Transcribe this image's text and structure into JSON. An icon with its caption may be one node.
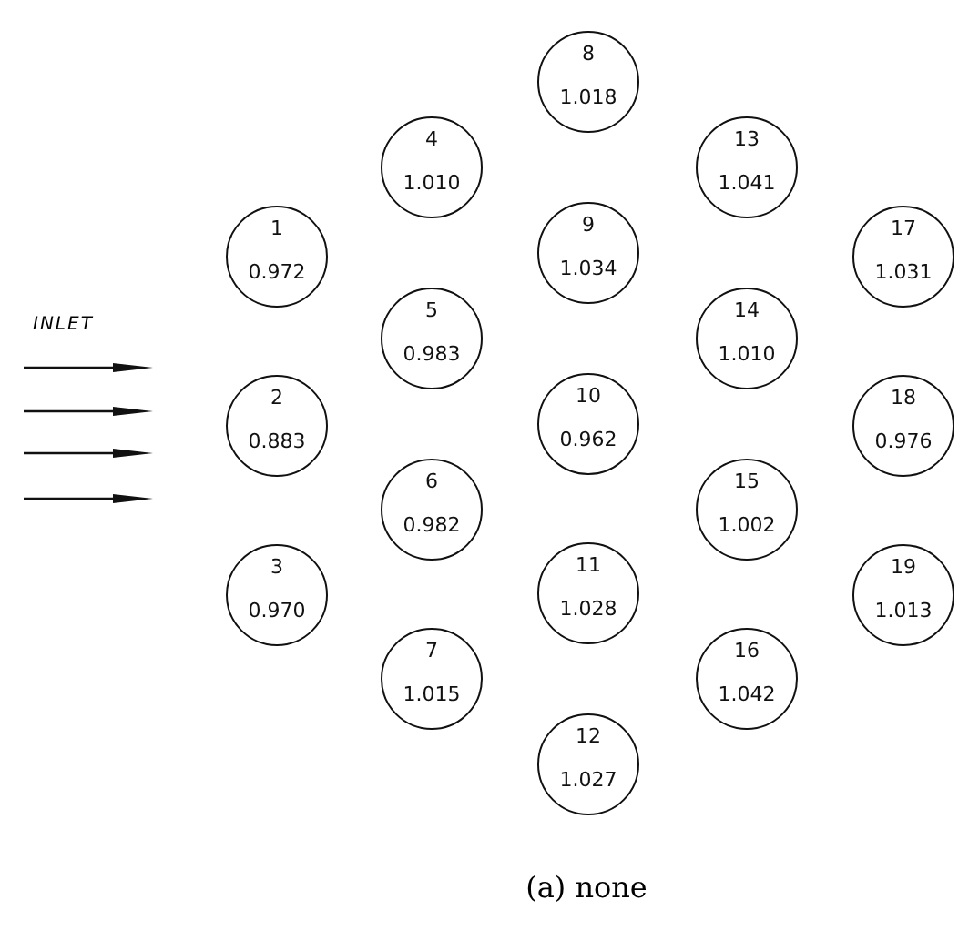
{
  "diagram": {
    "caption": "(a) none",
    "nodes": [
      {
        "text": [
          "1",
          "0.972"
        ]
      },
      {
        "text": [
          "2",
          "0.883"
        ]
      },
      {
        "text": [
          "3",
          "0.970"
        ]
      },
      {
        "text": [
          "4",
          "1.010"
        ]
      },
      {
        "text": [
          "5",
          "0.983"
        ]
      },
      {
        "text": [
          "6",
          "0.982"
        ]
      },
      {
        "text": [
          "7",
          "1.015"
        ]
      },
      {
        "text": [
          "8",
          "1.018"
        ]
      },
      {
        "text": [
          "9",
          "1.034"
        ]
      },
      {
        "text": [
          "10",
          "0.962"
        ]
      },
      {
        "text": [
          "11",
          "1.028"
        ]
      },
      {
        "text": [
          "12",
          "1.027"
        ]
      },
      {
        "text": [
          "13",
          "1.041"
        ]
      },
      {
        "text": [
          "14",
          "1.010"
        ]
      },
      {
        "text": [
          "15",
          "1.002"
        ]
      },
      {
        "text": [
          "16",
          "1.042"
        ]
      },
      {
        "text": [
          "17",
          "1.031"
        ]
      },
      {
        "text": [
          "18",
          "0.976"
        ]
      },
      {
        "text": [
          "19",
          "1.013"
        ]
      }
    ],
    "edges": [],
    "labels": [
      "INLET"
    ]
  }
}
